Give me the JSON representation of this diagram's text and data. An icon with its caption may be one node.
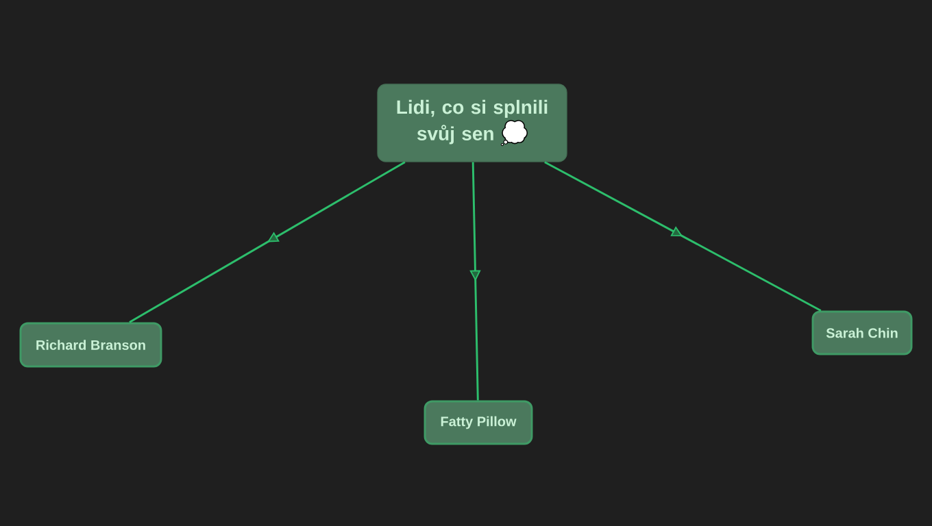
{
  "diagram": {
    "nodes": [
      {
        "text": [
          "Lidi, co si splnili svůj sen"
        ]
      },
      {
        "text": [
          "Richard Branson"
        ]
      },
      {
        "text": [
          "Sarah Chin"
        ]
      },
      {
        "text": [
          "Fatty Pillow"
        ]
      }
    ],
    "edges": [
      {
        "from": 0,
        "to": 1,
        "arrow": "to"
      },
      {
        "from": 0,
        "to": 3,
        "arrow": "to"
      },
      {
        "from": 0,
        "to": 2,
        "arrow": "to"
      }
    ]
  }
}
